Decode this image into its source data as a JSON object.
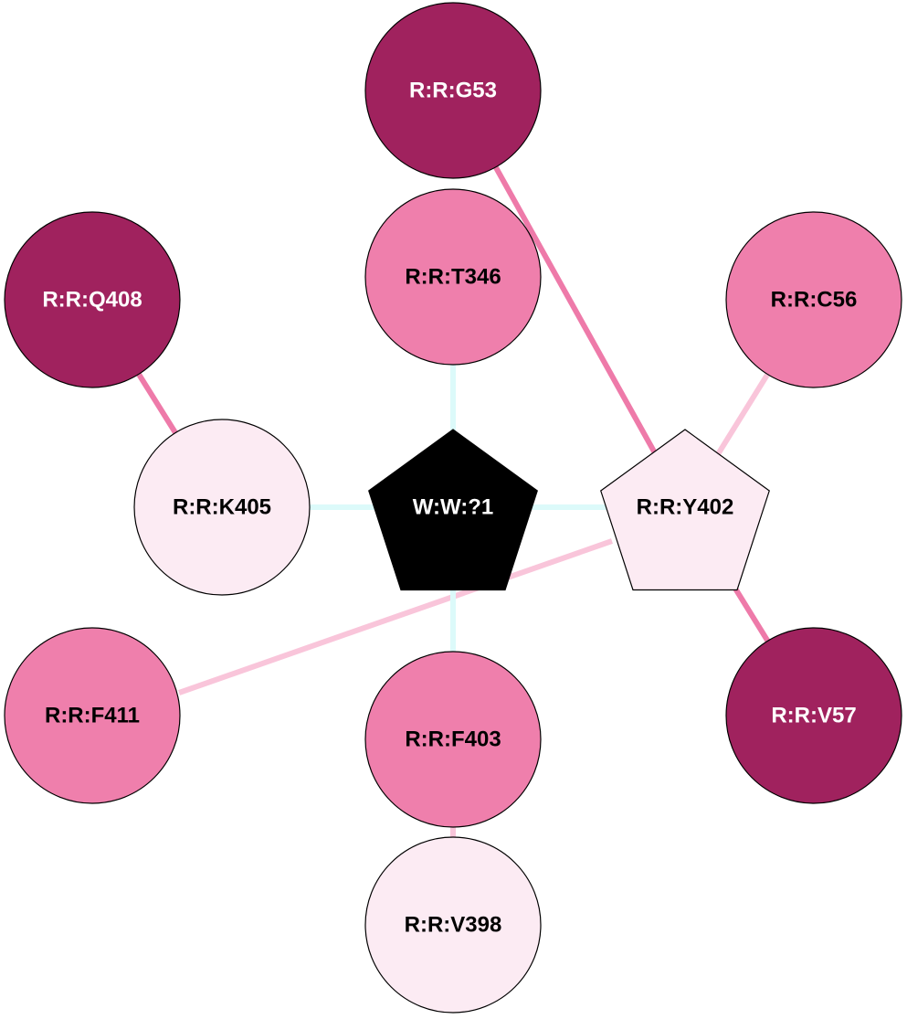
{
  "diagram": {
    "colors": {
      "dark": "#a0225e",
      "medium": "#ef7fac",
      "light": "#fcebf3",
      "black": "#000000",
      "edge_strong": "#ee7aa9",
      "edge_light": "#f9c5da",
      "edge_water": "#dcfafa"
    },
    "nodes": [
      {
        "id": "G53",
        "label": "R:R:G53",
        "shape": "circle",
        "fill": "dark",
        "text": "#ffffff"
      },
      {
        "id": "T346",
        "label": "R:R:T346",
        "shape": "circle",
        "fill": "medium",
        "text": "#000000"
      },
      {
        "id": "Q408",
        "label": "R:R:Q408",
        "shape": "circle",
        "fill": "dark",
        "text": "#ffffff"
      },
      {
        "id": "C56",
        "label": "R:R:C56",
        "shape": "circle",
        "fill": "medium",
        "text": "#000000"
      },
      {
        "id": "K405",
        "label": "R:R:K405",
        "shape": "circle",
        "fill": "light",
        "text": "#000000"
      },
      {
        "id": "W1",
        "label": "W:W:?1",
        "shape": "pentagon",
        "fill": "black",
        "text": "#ffffff"
      },
      {
        "id": "Y402",
        "label": "R:R:Y402",
        "shape": "pentagon",
        "fill": "light",
        "text": "#000000"
      },
      {
        "id": "F411",
        "label": "R:R:F411",
        "shape": "circle",
        "fill": "medium",
        "text": "#000000"
      },
      {
        "id": "F403",
        "label": "R:R:F403",
        "shape": "circle",
        "fill": "medium",
        "text": "#000000"
      },
      {
        "id": "V57",
        "label": "R:R:V57",
        "shape": "circle",
        "fill": "dark",
        "text": "#ffffff"
      },
      {
        "id": "V398",
        "label": "R:R:V398",
        "shape": "circle",
        "fill": "light",
        "text": "#000000"
      }
    ],
    "edges": [
      {
        "from": "G53",
        "to": "Y402",
        "style": "edge_strong"
      },
      {
        "from": "Q408",
        "to": "K405",
        "style": "edge_strong"
      },
      {
        "from": "C56",
        "to": "Y402",
        "style": "edge_light"
      },
      {
        "from": "Y402",
        "to": "V57",
        "style": "edge_strong"
      },
      {
        "from": "Y402",
        "to": "F411",
        "style": "edge_light",
        "curved": true
      },
      {
        "from": "F403",
        "to": "V398",
        "style": "edge_light"
      },
      {
        "from": "W1",
        "to": "T346",
        "style": "edge_water"
      },
      {
        "from": "W1",
        "to": "K405",
        "style": "edge_water"
      },
      {
        "from": "W1",
        "to": "Y402",
        "style": "edge_water"
      },
      {
        "from": "W1",
        "to": "F403",
        "style": "edge_water"
      }
    ]
  }
}
